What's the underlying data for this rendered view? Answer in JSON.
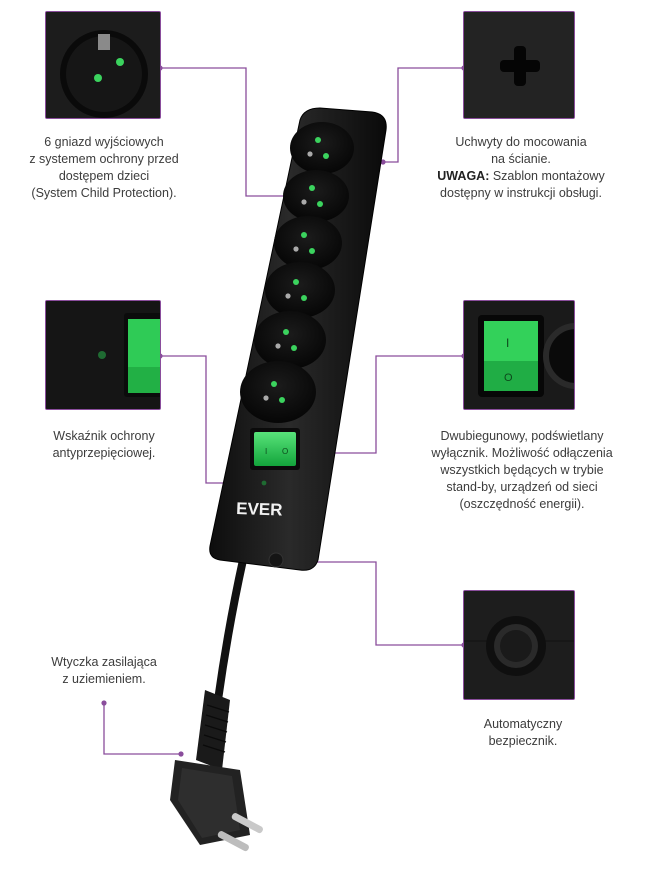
{
  "accent_color": "#8a4d9c",
  "brand": "EVER",
  "features": {
    "sockets": {
      "lines": [
        "6 gniazd wyjściowych",
        "z systemem ochrony przed",
        "dostępem dzieci",
        "(System Child Protection)."
      ]
    },
    "mounting": {
      "lines": [
        "Uchwyty do mocowania",
        "na ścianie."
      ],
      "note_label": "UWAGA:",
      "note_text": " Szablon montażowy",
      "note_line2": "dostępny w instrukcji obsługi."
    },
    "indicator": {
      "lines": [
        "Wskaźnik ochrony",
        "antyprzepięciowej."
      ]
    },
    "switch": {
      "lines": [
        "Dwubiegunowy, podświetlany",
        "wyłącznik. Możliwość odłączenia",
        "wszystkich będących w trybie",
        "stand-by, urządzeń od sieci",
        "(oszczędność energii)."
      ]
    },
    "plug": {
      "lines": [
        "Wtyczka zasilająca",
        "z uziemieniem."
      ]
    },
    "fuse": {
      "lines": [
        "Automatyczny",
        "bezpiecznik."
      ]
    }
  },
  "icons": {
    "socket": "socket-icon",
    "mount": "mounting-slot-icon",
    "led": "led-indicator-icon",
    "switch": "power-switch-icon",
    "fuse": "fuse-button-icon",
    "plug": "plug-icon"
  }
}
